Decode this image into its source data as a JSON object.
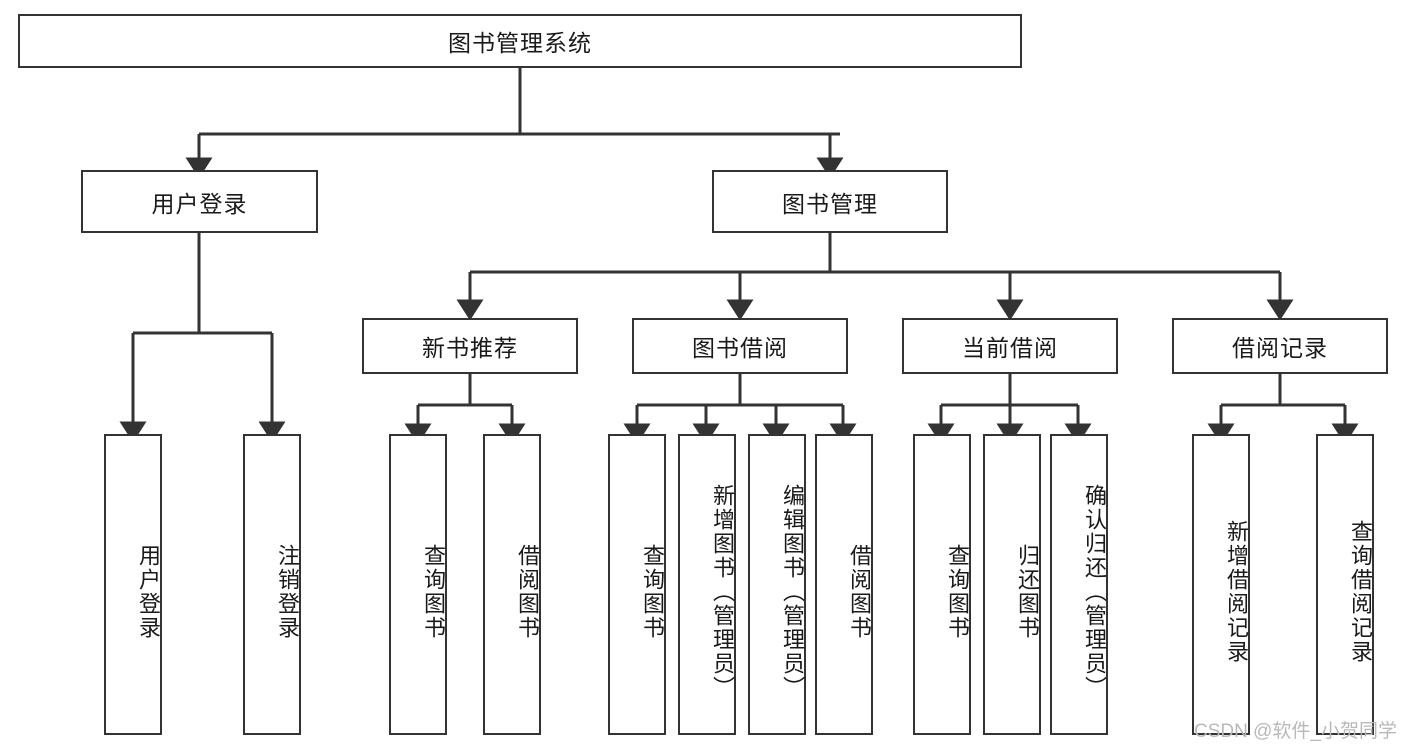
{
  "diagram": {
    "title": "图书管理系统",
    "type": "hierarchy-tree",
    "watermark": "CSDN @软件_小贺同学",
    "colors": {
      "stroke": "#333333",
      "fill": "#ffffff",
      "text": "#1a1a1a",
      "watermark": "#b9b9b9"
    },
    "levels": {
      "root": {
        "label": "图书管理系统"
      },
      "level2": [
        {
          "label": "用户登录"
        },
        {
          "label": "图书管理"
        }
      ],
      "level3": [
        {
          "label": "新书推荐"
        },
        {
          "label": "图书借阅"
        },
        {
          "label": "当前借阅"
        },
        {
          "label": "借阅记录"
        }
      ],
      "leaves": {
        "user_login": [
          {
            "label": "用户登录"
          },
          {
            "label": "注销登录"
          }
        ],
        "new_book_recommend": [
          {
            "label": "查询图书"
          },
          {
            "label": "借阅图书"
          }
        ],
        "book_borrow": [
          {
            "label": "查询图书"
          },
          {
            "label": "新增图书（管理员）"
          },
          {
            "label": "编辑图书（管理员）"
          },
          {
            "label": "借阅图书"
          }
        ],
        "current_borrow": [
          {
            "label": "查询图书"
          },
          {
            "label": "归还图书"
          },
          {
            "label": "确认归还（管理员）"
          }
        ],
        "borrow_record": [
          {
            "label": "新增借阅记录"
          },
          {
            "label": "查询借阅记录"
          }
        ]
      }
    }
  }
}
